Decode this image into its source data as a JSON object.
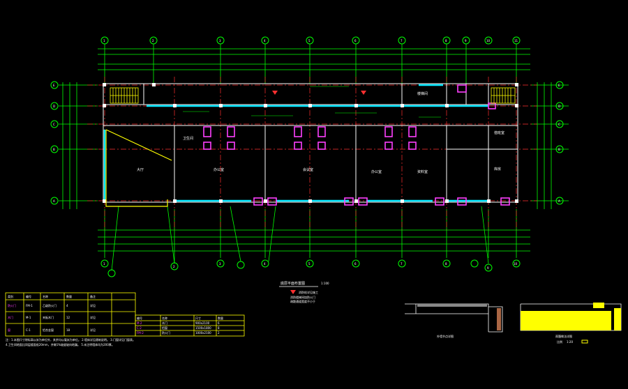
{
  "plan": {
    "title": "底层平面布置图",
    "scale": "1:100",
    "note_line_1": "消防栓详见施工",
    "note_line_2": "消防楼梯间加防火门",
    "note_line_3": "疏散通道宽度不小于",
    "top_axes": [
      "1",
      "2",
      "3",
      "4",
      "5",
      "6",
      "7",
      "8",
      "9",
      "10",
      "11"
    ],
    "bottom_axes": [
      "1",
      "2",
      "3",
      "4",
      "5",
      "6",
      "7",
      "8",
      "9",
      "10"
    ],
    "left_axes": [
      "E",
      "D",
      "C",
      "B",
      "A"
    ],
    "right_axes": [
      "E",
      "D",
      "C",
      "B",
      "A"
    ],
    "room_labels": {
      "hall": "大厅",
      "office_1": "办公室",
      "office_2": "会议室",
      "office_3": "办公室",
      "office_4": "资料室",
      "stair_room": "楼梯间",
      "wc": "卫生间",
      "duty": "值班室",
      "store": "库房"
    }
  },
  "legend_table": {
    "headers": [
      "类别",
      "编号",
      "名称",
      "数量",
      "备注"
    ],
    "rows": [
      [
        "防火门",
        "FM-1",
        "乙级防火门",
        "4",
        "详见"
      ],
      [
        "木门",
        "M-1",
        "夹板木门",
        "12",
        "详见"
      ],
      [
        "窗",
        "C-1",
        "铝合金窗",
        "18",
        "详见"
      ]
    ],
    "sub_headers": [
      "编号",
      "名称",
      "尺寸",
      "数量"
    ],
    "sub_rows": [
      [
        "M-2",
        "木门",
        "900x2100",
        "6"
      ],
      [
        "C-2",
        "铝窗",
        "1500x1800",
        "8"
      ],
      [
        "FM-2",
        "防火门",
        "1000x2100",
        "2"
      ]
    ]
  },
  "notes": {
    "line_1": "注：1.本图尺寸除标高以米为单位外，其余均以毫米为单位。  2.墙体详见建筑说明。  3.门窗详见门窗表。",
    "line_2": "   4.卫生间地面比同层楼面低20mm，并做1%坡度坡向地漏。  5.未注明墙体均为200厚。"
  },
  "details": {
    "detail_1_title": "外墙节点详图",
    "detail_2_title": "雨篷做法详图",
    "detail_2_scale_label": "比例",
    "detail_2_scale_value": "1:20"
  },
  "colors": {
    "grid": "#00ff00",
    "axis": "#ff3030",
    "wall": "#ffffff",
    "window": "#00e8ff",
    "door": "#ff40ff",
    "highlight": "#ffff00"
  }
}
